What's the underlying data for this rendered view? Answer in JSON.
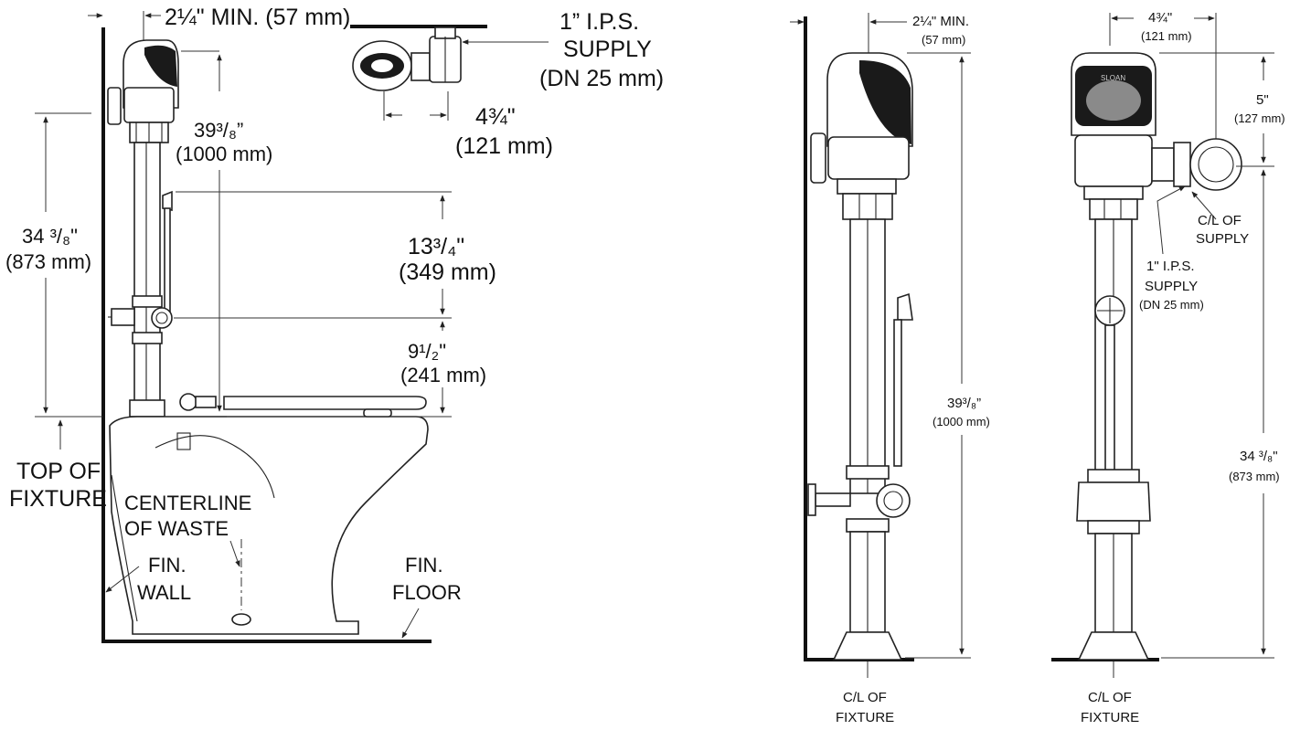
{
  "left_view": {
    "min_wall": "2¼\" MIN. (57 mm)",
    "supply_top": "1” I.P.S.",
    "supply_mid": "SUPPLY",
    "supply_dn": "(DN 25 mm)",
    "offset_in": "4¾\"",
    "offset_mm": "(121 mm)",
    "height_in": "39³/₈”",
    "height_mm": "(1000 mm)",
    "total_in": "34 ³/₈\"",
    "total_mm": "(873 mm)",
    "upper_in": "13³/₄\"",
    "upper_mm": "(349 mm)",
    "lower_in": "9¹/₂\"",
    "lower_mm": "(241 mm)",
    "top_fixture_1": "TOP OF",
    "top_fixture_2": "FIXTURE",
    "centerline_1": "CENTERLINE",
    "centerline_2": "OF WASTE",
    "fin_wall_1": "FIN.",
    "fin_wall_2": "WALL",
    "fin_floor_1": "FIN.",
    "fin_floor_2": "FLOOR"
  },
  "side_view": {
    "min_wall_in": "2¼\" MIN.",
    "min_wall_mm": "(57 mm)",
    "height_in": "39³/₈”",
    "height_mm": "(1000 mm)",
    "cl_1": "C/L OF",
    "cl_2": "FIXTURE"
  },
  "front_view": {
    "offset_in": "4¾\"",
    "offset_mm": "(121 mm)",
    "brand": "SLOAN",
    "top_in": "5\"",
    "top_mm": "(127 mm)",
    "cl_supply_1": "C/L OF",
    "cl_supply_2": "SUPPLY",
    "supply_1": "1\" I.P.S.",
    "supply_2": "SUPPLY",
    "supply_3": "(DN 25 mm)",
    "total_in": "34 ³/₈\"",
    "total_mm": "(873 mm)",
    "cl_1": "C/L OF",
    "cl_2": "FIXTURE"
  }
}
